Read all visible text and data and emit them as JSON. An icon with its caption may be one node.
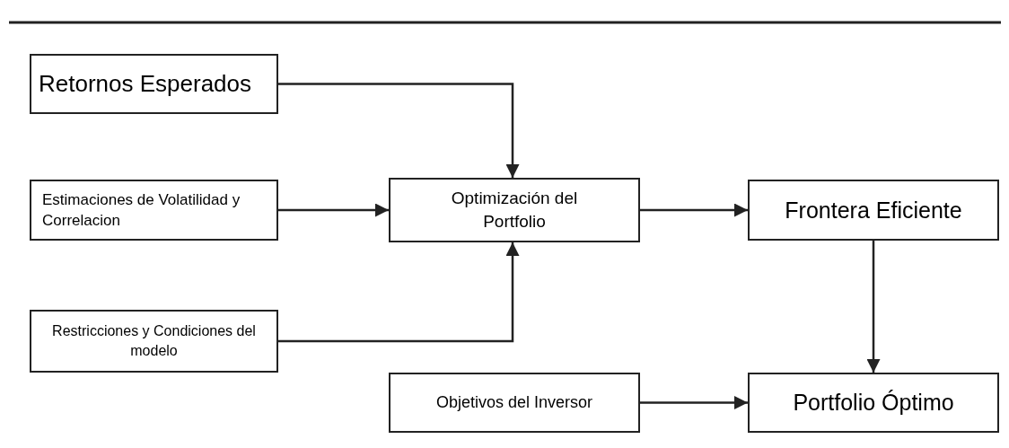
{
  "diagram": {
    "nodes": [
      {
        "text": [
          "Retornos Esperados"
        ]
      },
      {
        "text": [
          "Estimaciones de Volatilidad y Correlacion"
        ]
      },
      {
        "text": [
          "Optimización del Portfolio"
        ]
      },
      {
        "text": [
          "Frontera Eficiente"
        ]
      },
      {
        "text": [
          "Restricciones y Condiciones del modelo"
        ]
      },
      {
        "text": [
          "Objetivos del Inversor"
        ]
      },
      {
        "text": [
          "Portfolio Óptimo"
        ]
      }
    ],
    "edges": [
      {
        "from": 0,
        "to": 2,
        "arrow": "to"
      },
      {
        "from": 1,
        "to": 2,
        "arrow": "to"
      },
      {
        "from": 2,
        "to": 3,
        "arrow": "to"
      },
      {
        "from": 4,
        "to": 2,
        "arrow": "to"
      },
      {
        "from": 3,
        "to": 6,
        "arrow": "to"
      },
      {
        "from": 5,
        "to": 6,
        "arrow": "to"
      }
    ]
  }
}
